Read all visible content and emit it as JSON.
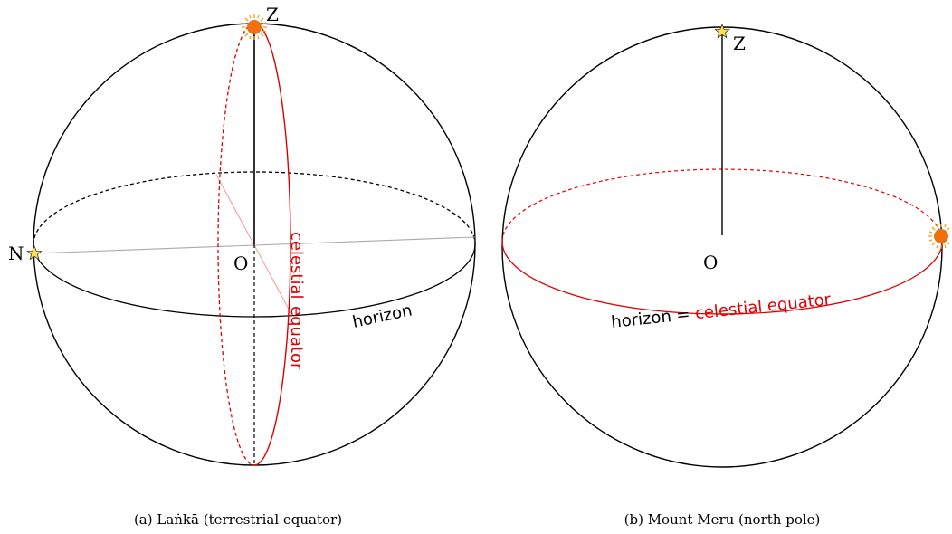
{
  "panel_a": {
    "zenith_label": "Z",
    "center_label": "O",
    "north_label": "N",
    "horizon_label": "horizon",
    "equator_label_line1": "celestial",
    "equator_label_line2": "equator",
    "caption": "(a)  Laṅkā (terrestrial equator)"
  },
  "panel_b": {
    "zenith_label": "Z",
    "center_label": "O",
    "horizon_label": "horizon = ",
    "equator_label": "celestial equator",
    "caption": "(b)  Mount Meru (north pole)"
  },
  "colors": {
    "outline": "#000000",
    "equator_red": "#e00000",
    "sun_orange": "#f07010",
    "sun_rays": "#f0a020",
    "star_yellow": "#ffe24a",
    "axis_gray": "#aaaaaa",
    "axis_pink": "#f0a0a0"
  },
  "icons": {
    "sun": "sun-icon",
    "star": "star-icon"
  }
}
